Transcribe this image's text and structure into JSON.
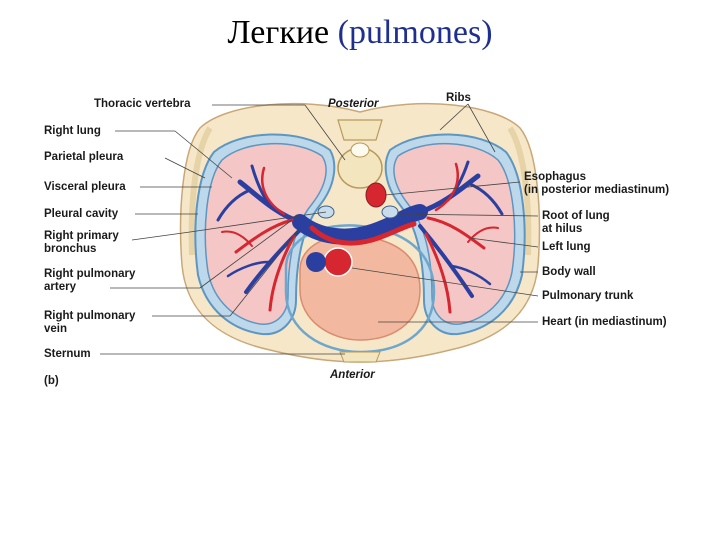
{
  "title": {
    "main": "Легкие",
    "latin": "(pulmones)"
  },
  "labels": {
    "thoracic_vertebra": "Thoracic vertebra",
    "posterior": "Posterior",
    "ribs": "Ribs",
    "right_lung": "Right lung",
    "parietal_pleura": "Parietal pleura",
    "visceral_pleura": "Visceral pleura",
    "pleural_cavity": "Pleural cavity",
    "right_primary_bronchus_1": "Right primary",
    "right_primary_bronchus_2": "bronchus",
    "right_pulmonary_artery_1": "Right pulmonary",
    "right_pulmonary_artery_2": "artery",
    "right_pulmonary_vein_1": "Right pulmonary",
    "right_pulmonary_vein_2": "vein",
    "sternum": "Sternum",
    "panel": "(b)",
    "anterior": "Anterior",
    "esophagus_1": "Esophagus",
    "esophagus_2": "(in posterior mediastinum)",
    "root_of_lung_1": "Root of lung",
    "root_of_lung_2": "at hilus",
    "left_lung": "Left lung",
    "body_wall": "Body wall",
    "pulmonary_trunk": "Pulmonary trunk",
    "heart": "Heart (in mediastinum)"
  },
  "colors": {
    "title_latin": "#1f2f8f",
    "body_wall": "#f7e7c9",
    "lung": "#f4c6c6",
    "pleura": "#6fa6cc",
    "vein": "#2a3fa0",
    "artery": "#d6262f",
    "heart": "#f2b9a0",
    "bone": "#f3e6bf"
  }
}
